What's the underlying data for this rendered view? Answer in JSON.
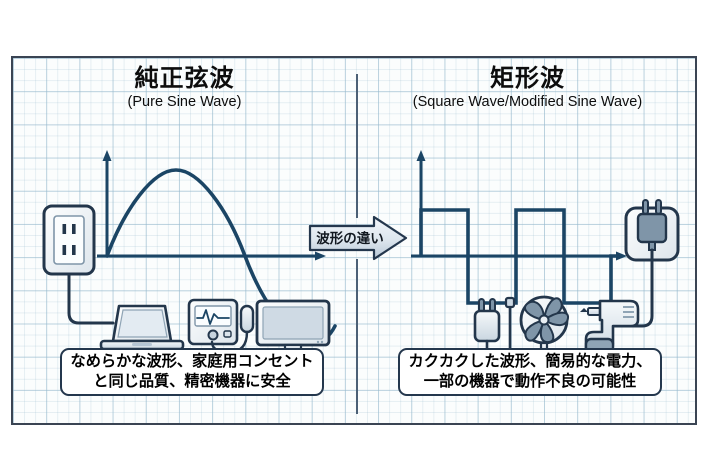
{
  "diagram": {
    "left_section": {
      "title_jp": "純正弦波",
      "title_en": "(Pure Sine Wave)",
      "caption_line1": "なめらかな波形、家庭用コンセント",
      "caption_line2": "と同じ品質、精密機器に安全",
      "source_icon": "wall-outlet-icon",
      "device_icons": [
        "laptop-icon",
        "medical-monitor-icon",
        "television-icon"
      ]
    },
    "right_section": {
      "title_jp": "矩形波",
      "title_en": "(Square Wave/Modified Sine Wave)",
      "caption_line1": "カクカクした波形、簡易的な電力、",
      "caption_line2": "一部の機器で動作不良の可能性",
      "source_icon": "power-adapter-icon",
      "device_icons": [
        "plug-cable-icon",
        "electric-fan-icon",
        "power-drill-icon"
      ]
    },
    "center_arrow": {
      "label": "波形の違い",
      "icon": "right-arrow-icon"
    },
    "colors": {
      "wave_stroke": "#1b4565",
      "frame_border": "#3a4453",
      "grid_line": "#96b9cd",
      "panel_background": "#fbfdfd",
      "caption_border": "#24374d",
      "arrow_fill_light": "#eef3f7",
      "arrow_fill_dark": "#b9c9d8",
      "icon_fill": "#e8eef3",
      "icon_accent": "#7f95a8"
    }
  },
  "chart_data": [
    {
      "type": "line",
      "title": "純正弦波 (Pure Sine Wave)",
      "xlabel": "",
      "ylabel": "",
      "waveform": "sine",
      "cycles": 1,
      "amplitude": 1,
      "axis": "x-axis with arrow right, y-axis with arrow up",
      "grid": true,
      "x": [
        0,
        0.125,
        0.25,
        0.375,
        0.5,
        0.625,
        0.75,
        0.875,
        1
      ],
      "values": [
        0,
        0.707,
        1,
        0.707,
        0,
        -0.707,
        -1,
        -0.707,
        0
      ]
    },
    {
      "type": "line",
      "title": "矩形波 (Square Wave/Modified Sine Wave)",
      "xlabel": "",
      "ylabel": "",
      "waveform": "square",
      "cycles": 2,
      "amplitude": 1,
      "axis": "x-axis with arrow right, y-axis with arrow up",
      "grid": true,
      "x": [
        0,
        0.25,
        0.25,
        0.5,
        0.5,
        0.75,
        0.75,
        1,
        1
      ],
      "values": [
        1,
        1,
        -1,
        -1,
        1,
        1,
        -1,
        -1,
        0
      ]
    }
  ]
}
